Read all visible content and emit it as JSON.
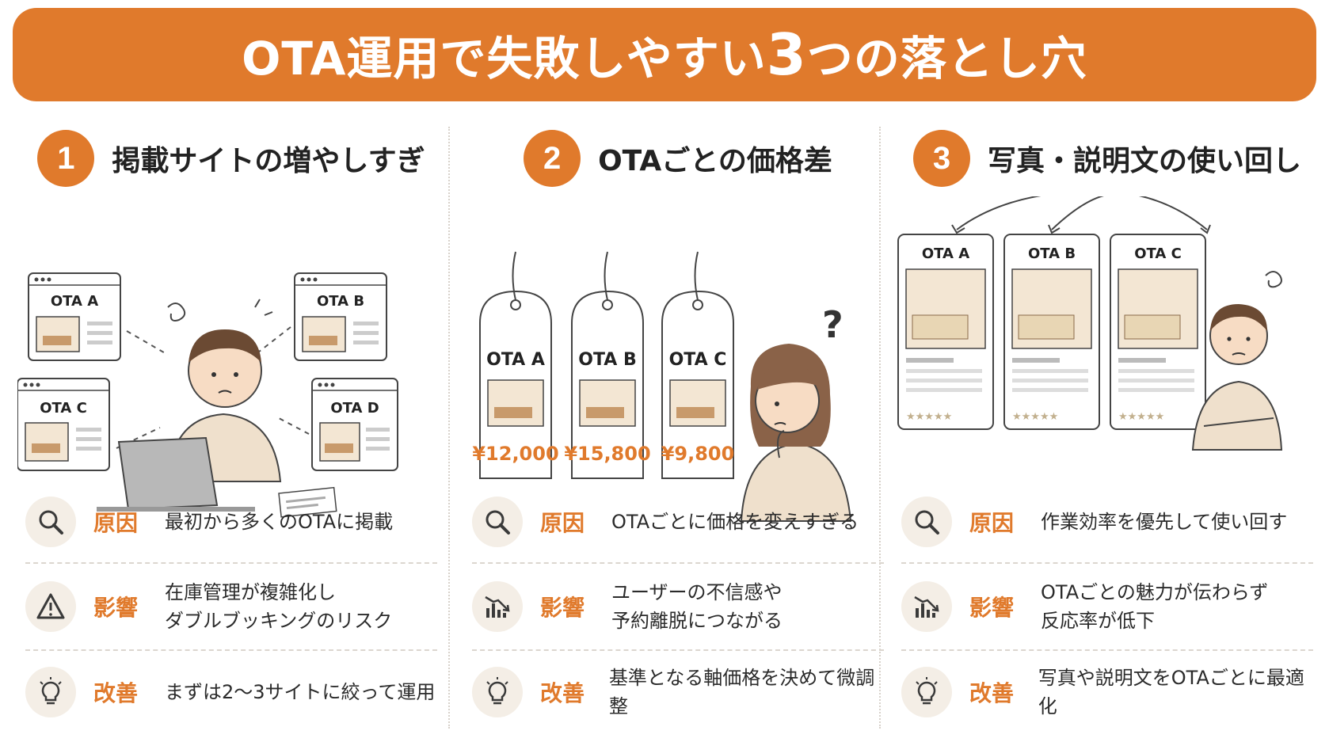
{
  "header": {
    "title": "OTA運用で失敗しやすい",
    "title_num": "3",
    "title_tail": "つの落とし穴"
  },
  "colors": {
    "accent": "#e07a2c",
    "icon_bg": "#f4eee6"
  },
  "labels": {
    "cause": "原因",
    "effect": "影響",
    "fix": "改善"
  },
  "columns": [
    {
      "number": "1",
      "title": "掲載サイトの増やしすぎ",
      "windows": [
        "OTA A",
        "OTA B",
        "OTA C",
        "OTA D"
      ],
      "cause": "最初から多くのOTAに掲載",
      "effect_lines": [
        "在庫管理が複雑化し",
        "ダブルブッキングのリスク"
      ],
      "fix": "まずは2〜3サイトに絞って運用",
      "icons": [
        "magnifier-icon",
        "warning-icon",
        "lightbulb-icon"
      ]
    },
    {
      "number": "2",
      "title": "OTAごとの価格差",
      "tags": [
        {
          "name": "OTA A",
          "price": "¥12,000"
        },
        {
          "name": "OTA B",
          "price": "¥15,800"
        },
        {
          "name": "OTA C",
          "price": "¥9,800"
        }
      ],
      "question": "?",
      "cause": "OTAごとに価格を変えすぎる",
      "effect_lines": [
        "ユーザーの不信感や",
        "予約離脱につながる"
      ],
      "fix": "基準となる軸価格を決めて微調整",
      "icons": [
        "magnifier-icon",
        "declining-chart-icon",
        "lightbulb-icon"
      ]
    },
    {
      "number": "3",
      "title": "写真・説明文の使い回し",
      "cards": [
        "OTA A",
        "OTA B",
        "OTA C"
      ],
      "cause": "作業効率を優先して使い回す",
      "effect_lines": [
        "OTAごとの魅力が伝わらず",
        "反応率が低下"
      ],
      "fix": "写真や説明文をOTAごとに最適化",
      "icons": [
        "magnifier-icon",
        "declining-chart-icon",
        "lightbulb-icon"
      ]
    }
  ]
}
